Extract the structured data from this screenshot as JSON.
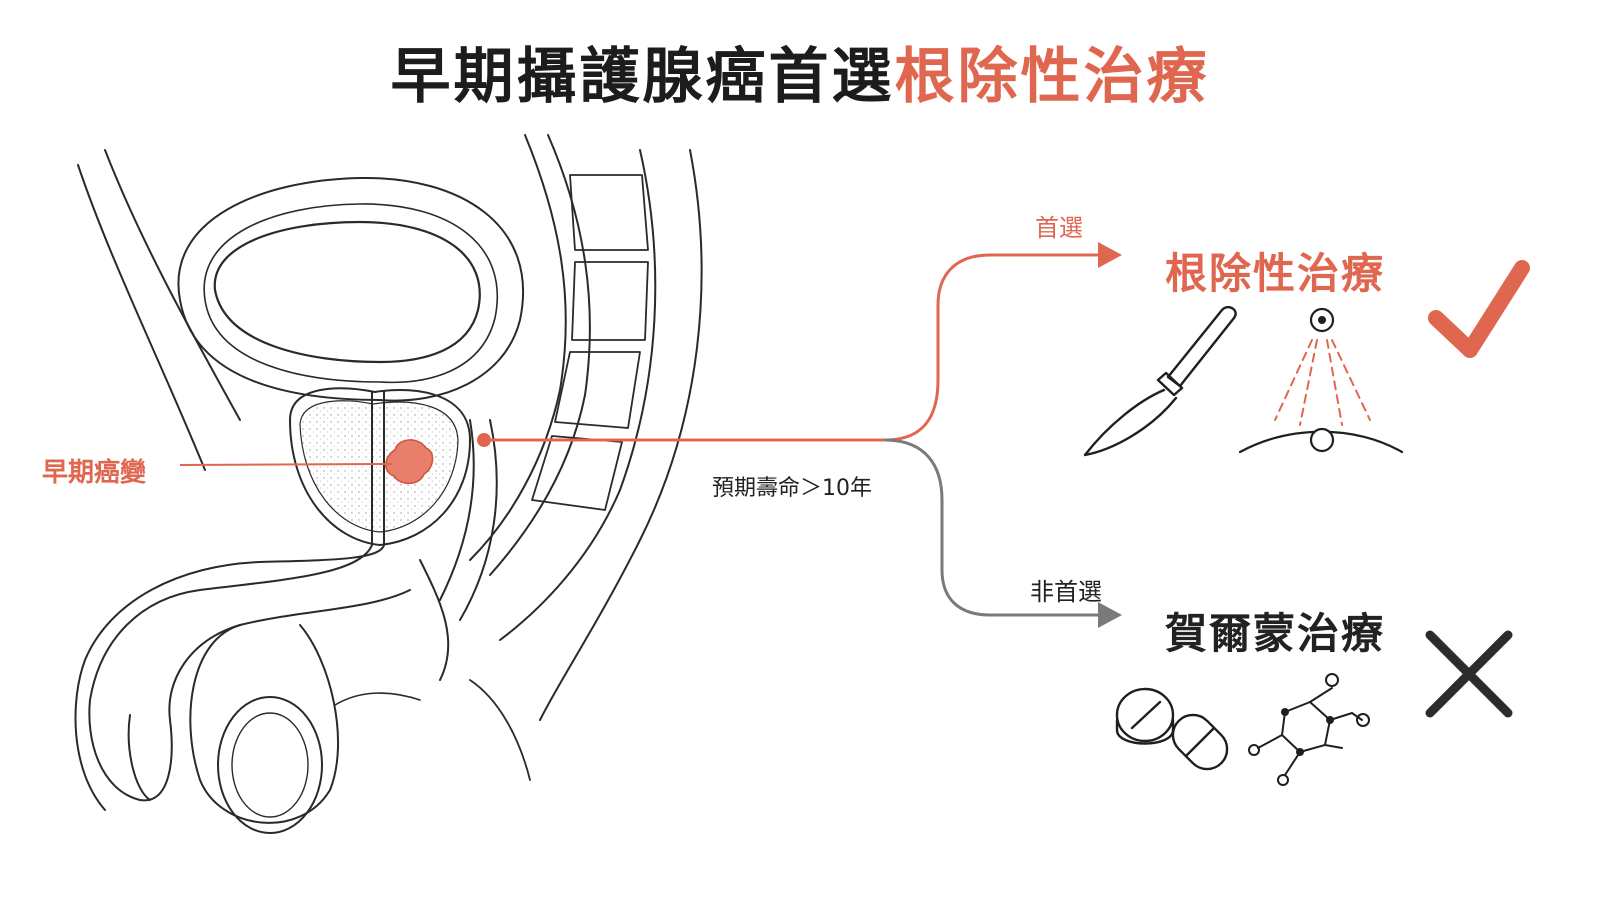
{
  "title": {
    "main": "早期攝護腺癌首選",
    "highlight": "根除性治療"
  },
  "labels": {
    "lesion": "早期癌變",
    "condition": "預期壽命＞10年",
    "preferred": "首選",
    "non_preferred": "非首選"
  },
  "options": {
    "radical": "根除性治療",
    "hormone": "賀爾蒙治療"
  },
  "colors": {
    "accent": "#e0674f",
    "text": "#1c1c1c",
    "gray": "#7a7a7a"
  },
  "icons": {
    "preferred_mark": "check-icon",
    "non_preferred_mark": "cross-icon",
    "surgery": "scalpel-icon",
    "radiation": "radiation-beam-icon",
    "pill": "pill-icon",
    "molecule": "molecule-icon"
  }
}
